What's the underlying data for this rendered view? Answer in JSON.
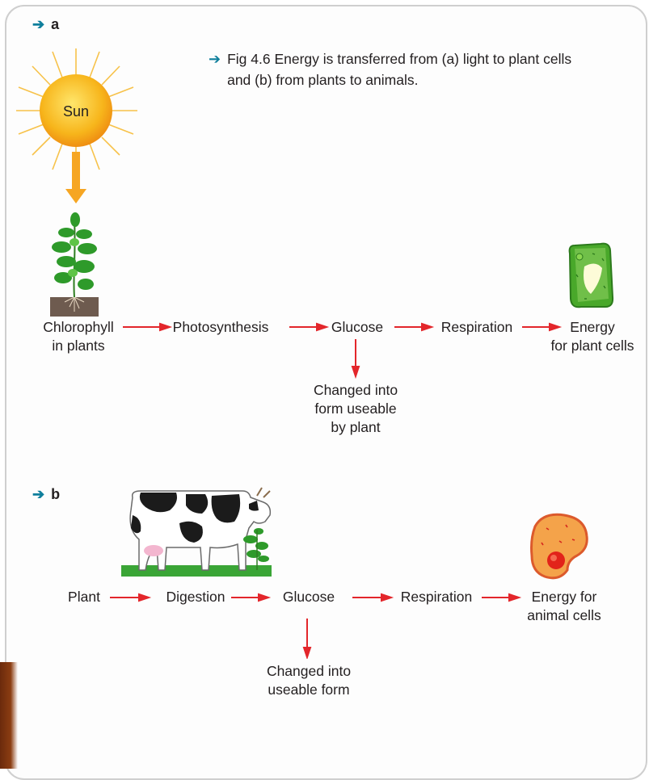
{
  "caption": {
    "line1": "Fig 4.6  Energy is transferred from (a) light to plant cells",
    "line2": "and (b) from plants to animals."
  },
  "section_a": {
    "label": "a",
    "sun_label": "Sun",
    "flow": [
      {
        "line1": "Chlorophyll",
        "line2": "in plants"
      },
      {
        "line1": "Photosynthesis",
        "line2": ""
      },
      {
        "line1": "Glucose",
        "line2": ""
      },
      {
        "line1": "Respiration",
        "line2": ""
      },
      {
        "line1": "Energy",
        "line2": "for plant cells"
      }
    ],
    "branch": {
      "line1": "Changed into",
      "line2": "form useable",
      "line3": "by plant"
    }
  },
  "section_b": {
    "label": "b",
    "flow": [
      {
        "line1": "Plant",
        "line2": ""
      },
      {
        "line1": "Digestion",
        "line2": ""
      },
      {
        "line1": "Glucose",
        "line2": ""
      },
      {
        "line1": "Respiration",
        "line2": ""
      },
      {
        "line1": "Energy for",
        "line2": "animal cells"
      }
    ],
    "branch": {
      "line1": "Changed into",
      "line2": "useable form"
    }
  },
  "colors": {
    "flow_arrow": "#e3262b",
    "section_arrow": "#0f7f9c",
    "sun": "#f6b21a",
    "plant_cell": "#55b32a",
    "animal_cell": "#f4a34a"
  },
  "icons": [
    "sun-icon",
    "plant-icon",
    "plant-cell-icon",
    "cow-icon",
    "animal-cell-icon"
  ]
}
